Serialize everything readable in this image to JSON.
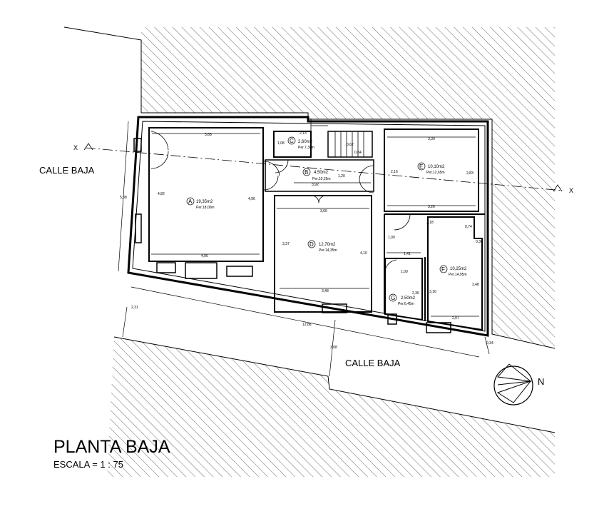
{
  "title": "PLANTA BAJA",
  "scale": "ESCALA = 1 : 75",
  "north_label": "N",
  "section_marks": {
    "left": "X",
    "right": "X"
  },
  "streets": {
    "west": "CALLE BAJA",
    "south": "CALLE BAJA"
  },
  "rooms": {
    "A": {
      "letter": "A",
      "area": "19,35m2",
      "per": "Per.18,00m"
    },
    "B": {
      "letter": "B",
      "area": "4,50m2",
      "per": "Per.10,25m"
    },
    "C": {
      "letter": "C",
      "area": "2,60m2",
      "per": "Per.7,30m"
    },
    "D": {
      "letter": "D",
      "area": "12,70m2",
      "per": "Per.14,35m"
    },
    "E": {
      "letter": "E",
      "area": "10,10m2",
      "per": "Per.12,65m"
    },
    "F": {
      "letter": "F",
      "area": "10,25m2",
      "per": "Per.14,95m"
    },
    "G": {
      "letter": "G",
      "area": "2,50m2",
      "per": "Per.6,45m"
    }
  },
  "dims": {
    "a_top": "3,68",
    "a_left": "4,82",
    "a_right": "4,96",
    "a_bottom": "4,06",
    "overall_left": "5,38",
    "c_left": "1,08",
    "c_top": "2,13",
    "c_right": "0,62",
    "c_right2": "0,84",
    "b_width": "3,92",
    "b_right": "1,20",
    "d_top": "3,60",
    "d_left": "3,37",
    "d_right": "4,10",
    "d_bottom": "3,48",
    "e_top": "3,30",
    "e_left": "2,16",
    "e_right": "2,83",
    "e_bottom": "3,26",
    "f_top": "3,18",
    "f_notch": "0,74",
    "f_notch2": "0,36",
    "f_right": "3,48",
    "f_left": "3,16",
    "f_bottom": "2,07",
    "g_top": "1,41",
    "g_door": "1,00",
    "g_right": "2,36",
    "hall": "1,00",
    "front_total": "12,88",
    "offset_left": "2,31",
    "offset_mid": "3,08",
    "offset_right": "0,34"
  }
}
